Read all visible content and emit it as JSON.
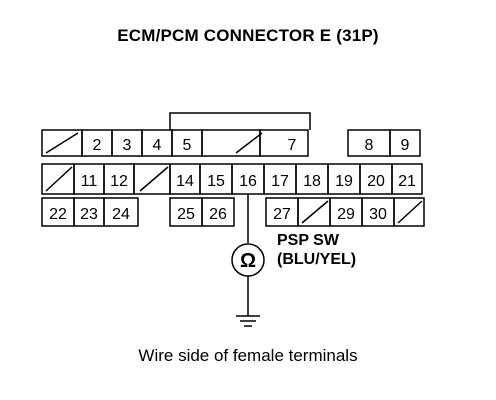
{
  "title": "ECM/PCM CONNECTOR E (31P)",
  "caption": "Wire side of female terminals",
  "component": {
    "name": "PSP SW",
    "wire": "(BLU/YEL)",
    "symbol": "Ω"
  },
  "terminals": {
    "row1": [
      "",
      "2",
      "3",
      "4",
      "5",
      "",
      "7",
      "",
      "8",
      "9"
    ],
    "row2": [
      "",
      "11",
      "12",
      "",
      "14",
      "15",
      "16",
      "17",
      "18",
      "19",
      "20",
      "21"
    ],
    "row3": [
      "22",
      "23",
      "24",
      "",
      "25",
      "26",
      "",
      "27",
      "",
      "29",
      "30",
      ""
    ]
  },
  "highlighted_terminal": "16",
  "colors": {
    "line": "#000000",
    "background": "#ffffff"
  }
}
